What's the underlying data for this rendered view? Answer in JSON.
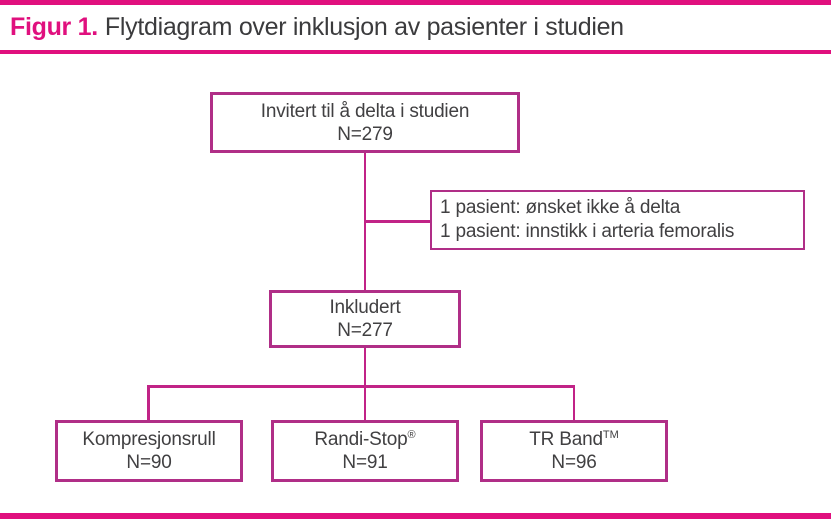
{
  "title": {
    "prefix": "Figur 1.",
    "text": "Flytdiagram over inklusjon av pasienter i studien"
  },
  "colors": {
    "accent": "#e0107e",
    "border": "#b02e87",
    "connector": "#c12387",
    "text": "#414042"
  },
  "diagram": {
    "invited": {
      "line1": "Invitert til å delta i studien",
      "line2": "N=279"
    },
    "exclusions": {
      "line1": "1 pasient: ønsket ikke å delta",
      "line2": "1 pasient: innstikk i arteria femoralis"
    },
    "included": {
      "line1": "Inkludert",
      "line2": "N=277"
    },
    "arms": [
      {
        "name": "Kompresjonsrull",
        "mark": "",
        "n": "N=90"
      },
      {
        "name": "Randi-Stop",
        "mark": "®",
        "n": "N=91"
      },
      {
        "name": "TR Band",
        "mark": "TM",
        "n": "N=96"
      }
    ]
  }
}
